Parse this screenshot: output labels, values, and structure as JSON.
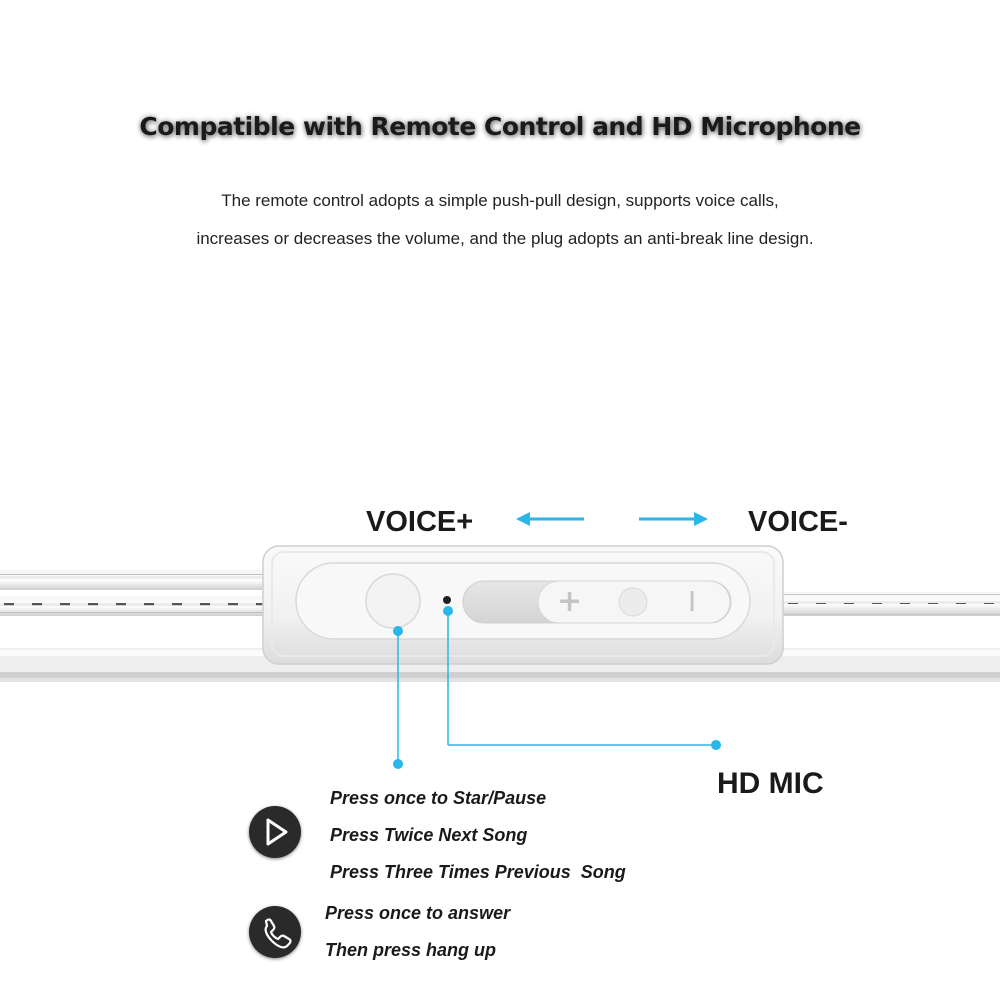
{
  "heading": {
    "title": "Compatible with Remote Control and HD Microphone",
    "line1": "The remote control adopts a simple push-pull design, supports voice calls,",
    "line2": "increases or decreases the volume, and the plug adopts an anti-break line design."
  },
  "remote": {
    "voice_plus": "VOICE+",
    "voice_minus": "VOICE-",
    "slider_plus": "+",
    "slider_minus": "I",
    "mic_label": "HD MIC"
  },
  "instructions": {
    "play_lines": [
      "Press once to Star/Pause",
      "Press Twice Next Song",
      "Press Three Times Previous  Song"
    ],
    "call_lines": [
      "Press once to answer",
      "Then press hang up"
    ]
  },
  "colors": {
    "accent": "#29b6e8",
    "icon_bg": "#2a2a2a"
  },
  "icons": {
    "play": "play-icon",
    "phone": "phone-icon"
  }
}
